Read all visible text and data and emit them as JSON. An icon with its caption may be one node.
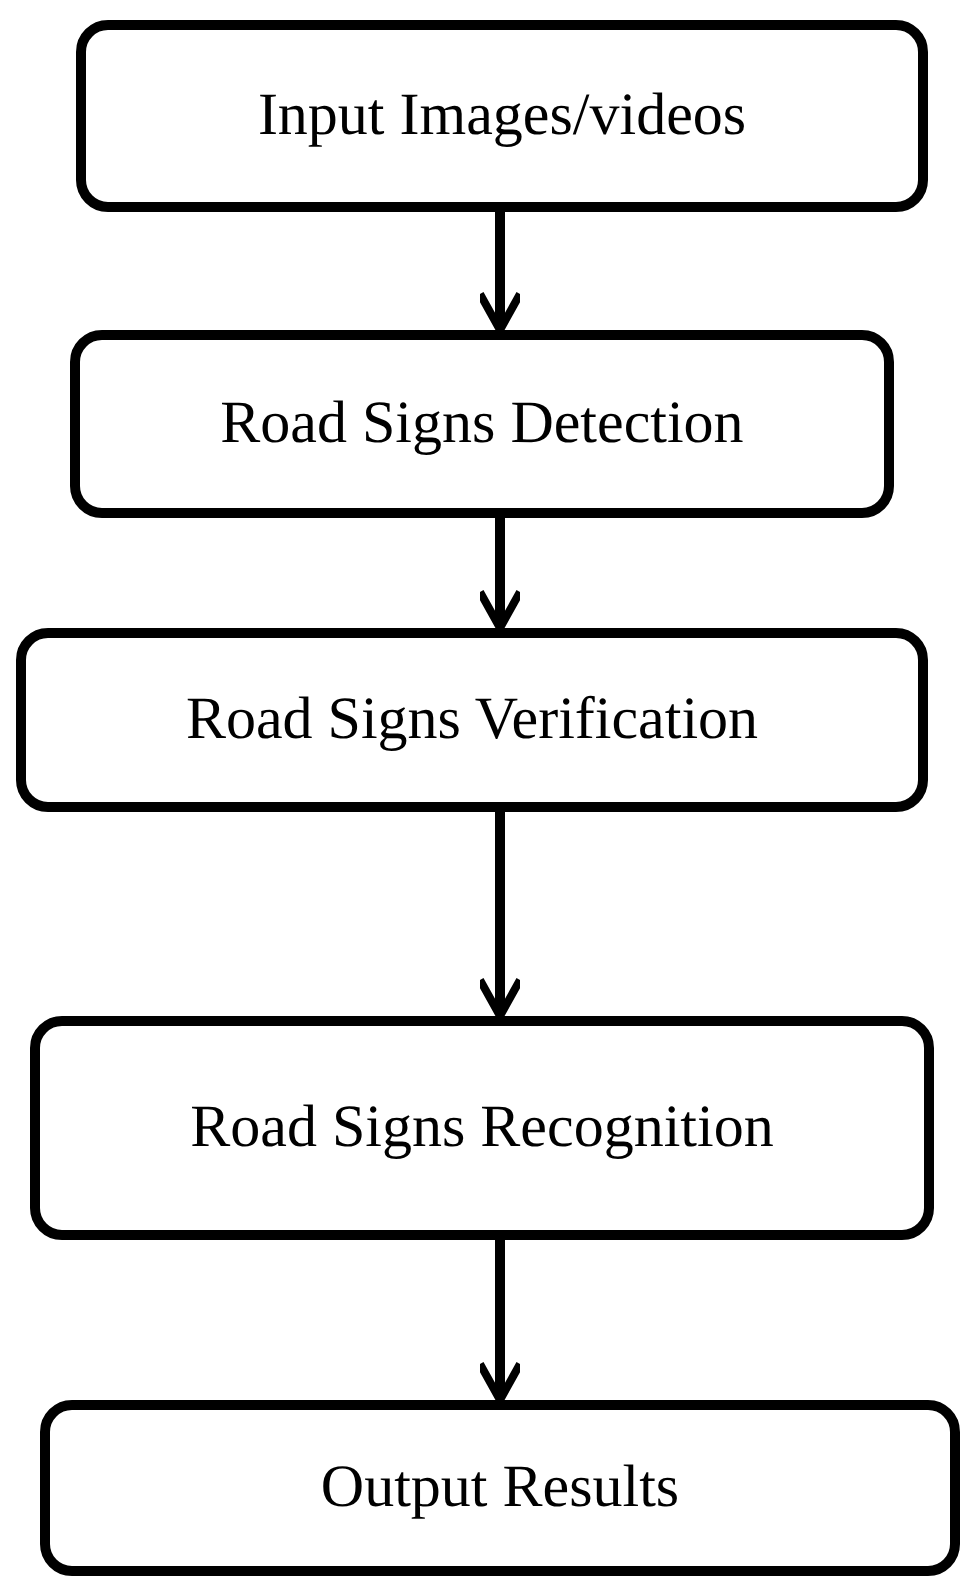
{
  "diagram": {
    "nodes": [
      {
        "text": [
          "Input Images/videos"
        ]
      },
      {
        "text": [
          "Road Signs Detection"
        ]
      },
      {
        "text": [
          "Road Signs Verification"
        ]
      },
      {
        "text": [
          "Road Signs Recognition"
        ]
      },
      {
        "text": [
          "Output Results"
        ]
      }
    ],
    "edges": [
      {
        "from": 0,
        "to": 1,
        "arrow": "to"
      },
      {
        "from": 1,
        "to": 2,
        "arrow": "to"
      },
      {
        "from": 2,
        "to": 3,
        "arrow": "to"
      },
      {
        "from": 3,
        "to": 4,
        "arrow": "to"
      }
    ]
  }
}
